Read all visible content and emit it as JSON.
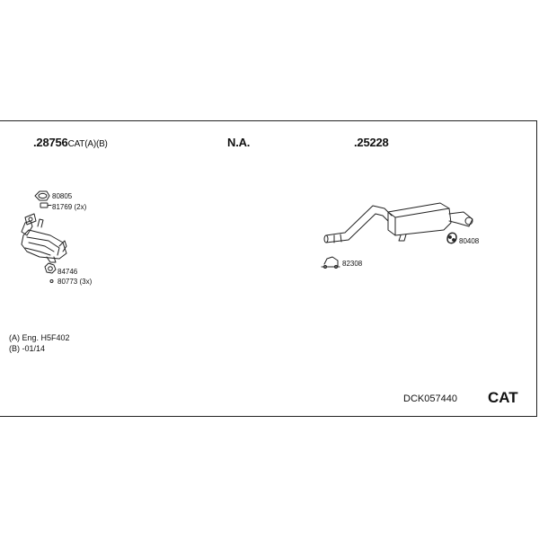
{
  "groups": {
    "left": {
      "part": ".28756",
      "suffix": "CAT(A)(B)"
    },
    "middle": {
      "part": "N.A."
    },
    "right": {
      "part": ".25228"
    }
  },
  "parts": {
    "gasket_top": "80805",
    "bolt_top": "81769 (2x)",
    "gasket_bottom": "84746",
    "nut_bottom": "80773 (3x)",
    "clamp": "82308",
    "hanger": "80408"
  },
  "notes": {
    "a": "(A) Eng. H5F402",
    "b": "(B) -01/14"
  },
  "footer": {
    "code": "DCK057440",
    "type": "CAT"
  }
}
